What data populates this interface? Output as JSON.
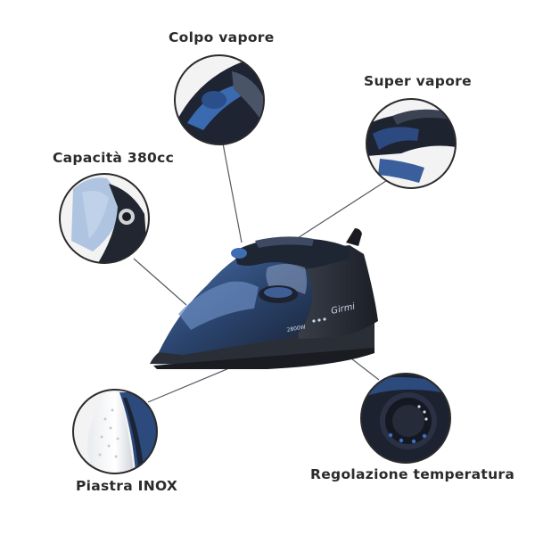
{
  "brand": "Girmi",
  "model_text": "2800W",
  "labels": {
    "colpo_vapore": "Colpo vapore",
    "super_vapore": "Super vapore",
    "capacita": "Capacità 380cc",
    "piastra": "Piastra INOX",
    "regolazione": "Regolazione temperatura"
  },
  "colors": {
    "iron_blue": "#2e4a7a",
    "iron_dark": "#1f2738",
    "soleplate": "#2a2e36",
    "leader_line": "#555a62"
  }
}
